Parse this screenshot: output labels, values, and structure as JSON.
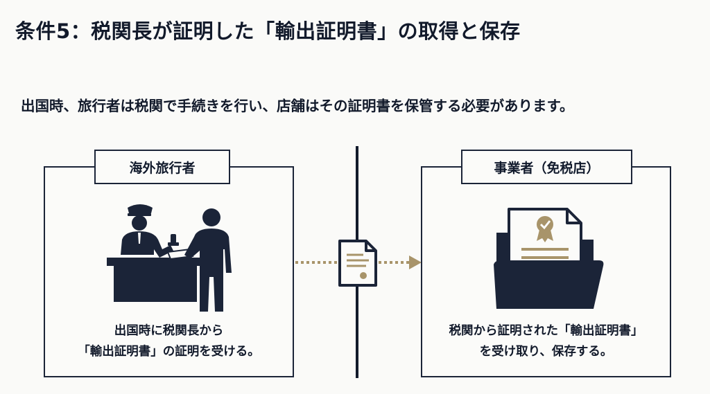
{
  "header": {
    "title": "条件5：税関長が証明した「輸出証明書」の取得と保存",
    "subtitle": "出国時、旅行者は税関で手続きを行い、店舗はその証明書を保管する必要があります。"
  },
  "left_panel": {
    "label": "海外旅行者",
    "caption_line1": "出国時に税関長から",
    "caption_line2": "「輸出証明書」の証明を受ける。"
  },
  "right_panel": {
    "label": "事業者（免税店）",
    "caption_line1": "税関から証明された「輸出証明書」",
    "caption_line2": "を受け取り、保存する。"
  },
  "colors": {
    "navy": "#1b2438",
    "gold": "#a8946a",
    "background": "#fafaf8"
  },
  "icons": [
    "customs-officer-icon",
    "traveler-icon",
    "certificate-document-icon",
    "arrow-right-icon",
    "folder-with-certificate-icon",
    "seal-badge-icon"
  ]
}
